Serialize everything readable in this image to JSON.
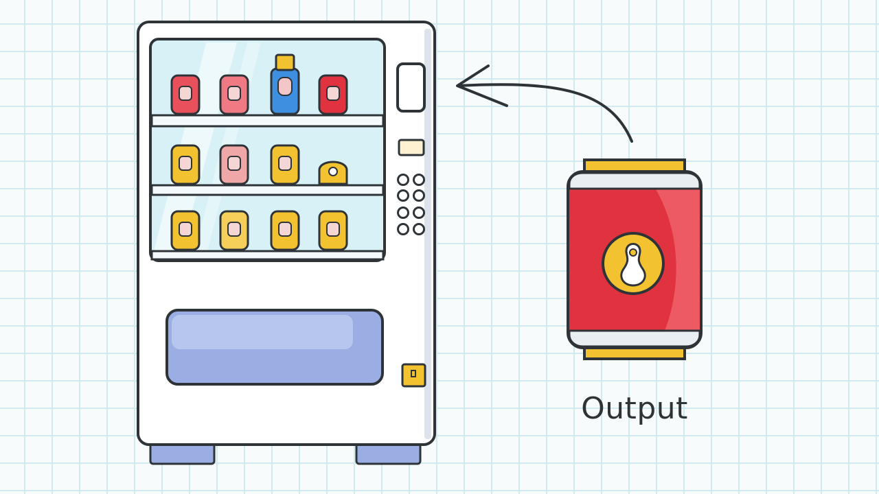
{
  "diagram": {
    "output_label": "Output"
  },
  "icons": {
    "machine": "vending-machine-icon",
    "arrow": "curved-arrow-icon",
    "can": "soda-can-icon"
  },
  "colors": {
    "outline": "#2e3338",
    "machine_body": "#ffffff",
    "glass": "#d8f1f6",
    "tray": "#9aaee4",
    "can_red": "#e0333f",
    "can_gold": "#f2c230",
    "bottle_blue": "#3f8fe0",
    "grid_line": "#cfeaf0"
  },
  "shelves": [
    {
      "items": [
        {
          "kind": "can",
          "color": "#e8505b"
        },
        {
          "kind": "can",
          "color": "#f07a83"
        },
        {
          "kind": "bottle",
          "color": "#3f8fe0"
        },
        {
          "kind": "can",
          "color": "#e0333f"
        }
      ]
    },
    {
      "items": [
        {
          "kind": "can",
          "color": "#f2c230"
        },
        {
          "kind": "can",
          "color": "#f0a7a7"
        },
        {
          "kind": "can",
          "color": "#f2c230"
        },
        {
          "kind": "pouch",
          "color": "#f2c230"
        }
      ]
    },
    {
      "items": [
        {
          "kind": "can",
          "color": "#f2c230"
        },
        {
          "kind": "can",
          "color": "#f5cf5a"
        },
        {
          "kind": "can",
          "color": "#f2c230"
        },
        {
          "kind": "can",
          "color": "#f2c230"
        }
      ]
    }
  ]
}
